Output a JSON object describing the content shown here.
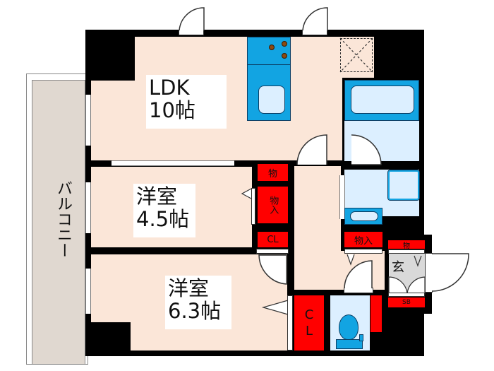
{
  "rooms": {
    "ldk": {
      "name": "LDK",
      "size": "10帖"
    },
    "western1": {
      "name": "洋室",
      "size": "4.5帖"
    },
    "western2": {
      "name": "洋室",
      "size": "6.3帖"
    },
    "balcony": {
      "name": "バルコニー"
    },
    "entrance": {
      "name": "玄"
    }
  },
  "storage": {
    "mono_small": "物",
    "mono_iri": "物入",
    "mono_iri_hall": "物入",
    "mono_entrance": "物",
    "closet_w1": "CL",
    "closet_w2_c": "C",
    "closet_w2_l": "L",
    "shoe_box": "SB"
  },
  "colors": {
    "floor": "#fbe6d8",
    "wall": "#000000",
    "storage": "#ff0000",
    "fixture": "#12a4e2",
    "wet_area": "#dcefff",
    "balcony": "#e0d8d0",
    "entrance": "#d9d9d9"
  }
}
